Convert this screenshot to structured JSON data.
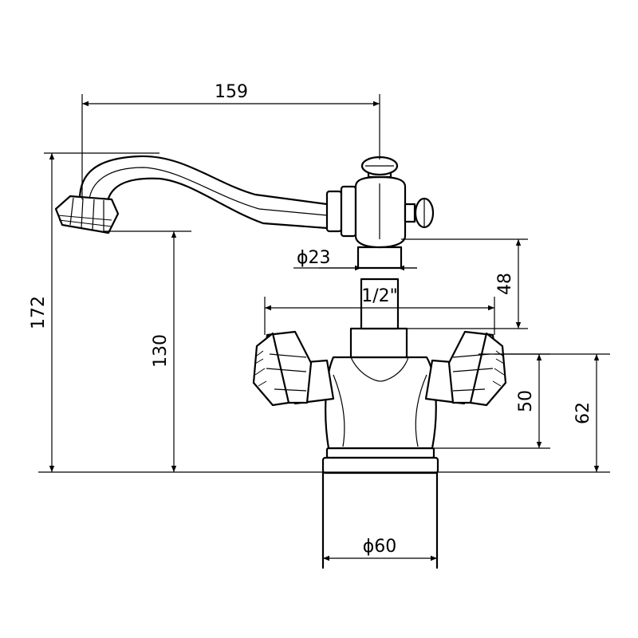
{
  "diagram": {
    "dimensions": {
      "spout_reach": "159",
      "spout_diameter": "ϕ23",
      "thread": "1/2\"",
      "body_height": "48",
      "total_height": "172",
      "spout_height": "130",
      "handle_height": "50",
      "handle_top_height": "62",
      "base_diameter": "ϕ60"
    }
  }
}
